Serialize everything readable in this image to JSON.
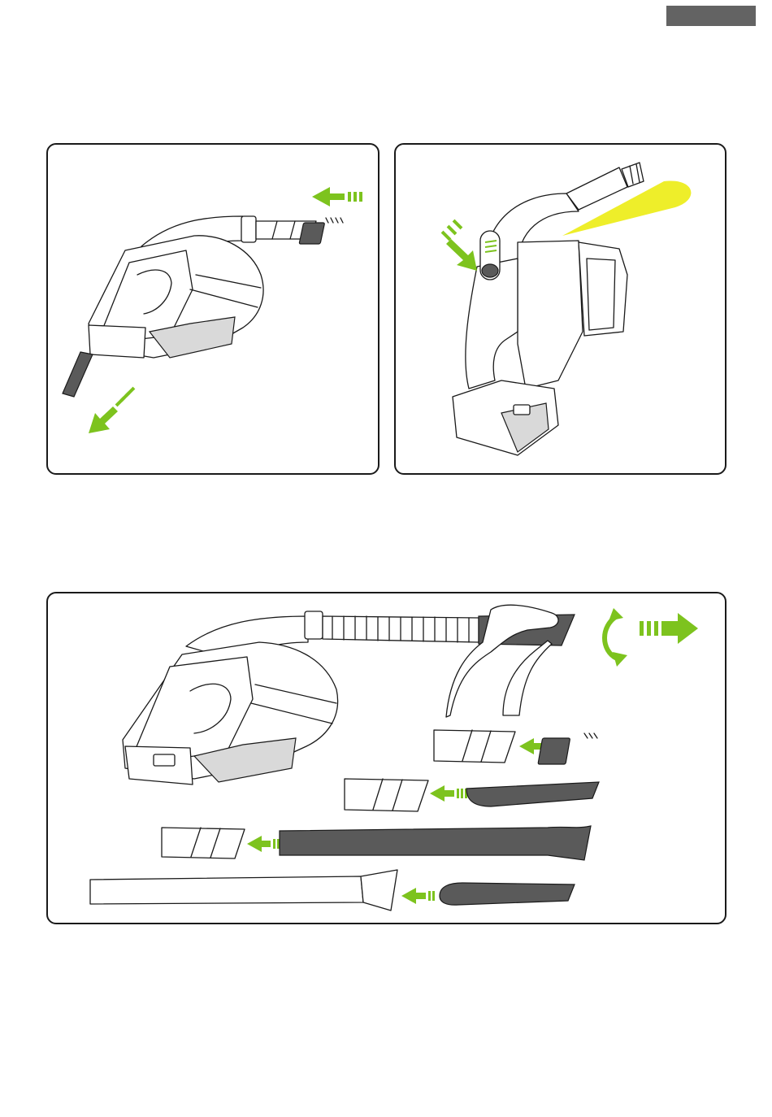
{
  "colors": {
    "accent_green": "#7dc31e",
    "beam_yellow": "#eeee2a",
    "tool_grey": "#5a5a5a",
    "tab_grey": "#636363",
    "outline": "#1a1a1a"
  },
  "icons": {
    "page_tab": "grey-rectangle-tab",
    "panel_1": [
      "handheld-vacuum-illustration",
      "push-arrow-left-icon",
      "pull-arrow-down-icon"
    ],
    "panel_2": [
      "handheld-vacuum-upright-illustration",
      "press-arrow-icon",
      "light-beam-icon"
    ],
    "panel_3": [
      "vacuum-with-hose-illustration",
      "hand-illustration",
      "twist-release-arrow-icon",
      "attach-arrow-left-icon"
    ]
  }
}
